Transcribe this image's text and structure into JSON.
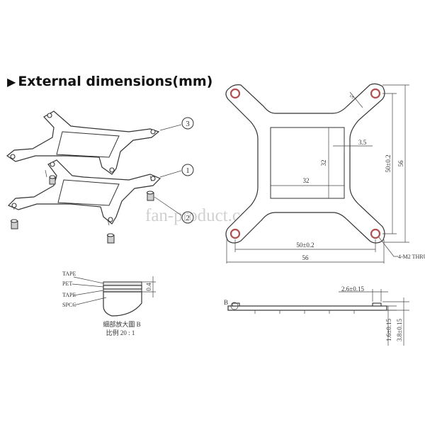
{
  "title": "External dimensions(mm)",
  "watermark": "fan-product.com",
  "callouts": [
    "3",
    "1",
    "2"
  ],
  "layer_detail": {
    "layers": [
      "TAPE",
      "PET",
      "TAPE",
      "SPCC"
    ],
    "thickness": "0.4",
    "caption_line1": "細部放大圖 B",
    "caption_line2": "比例 20 : 1"
  },
  "front_view": {
    "inner_square": "32",
    "inner_square_vertical": "32",
    "edge_offset": "3.5",
    "slot_width": "5",
    "hole_spacing_horizontal": "50±0.2",
    "overall_width": "56",
    "hole_spacing_vertical": "50±0.2",
    "overall_height": "56",
    "hole_callout": "4-M2 THRU"
  },
  "side_view": {
    "detail_label": "B",
    "standoff_width": "2.6±0.15",
    "plate_thickness": "1.6±0.15",
    "total_height": "3.8±0.15"
  }
}
